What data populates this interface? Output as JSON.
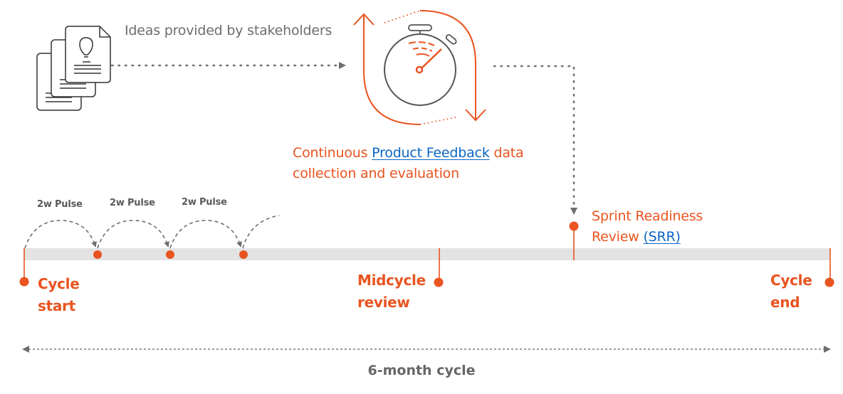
{
  "colors": {
    "accent": "#e95420",
    "link": "#0b66c3",
    "gray_text": "#6d6d6d",
    "timeline_bar": "#e3e3e3",
    "connector": "#6e6e6e"
  },
  "icons": {
    "documents": "documents-lightbulb-icon",
    "stopwatch": "stopwatch-cycle-icon"
  },
  "ideas": {
    "label": "Ideas provided by stakeholders"
  },
  "feedback": {
    "prefix": "Continuous ",
    "link": "Product Feedback",
    "suffix": " data",
    "line2": "collection and evaluation"
  },
  "srr": {
    "line1": "Sprint Readiness",
    "line2_prefix": "Review ",
    "link": "(SRR)"
  },
  "pulses": [
    {
      "label": "2w Pulse"
    },
    {
      "label": "2w Pulse"
    },
    {
      "label": "2w Pulse"
    }
  ],
  "milestones": {
    "start": {
      "line1": "Cycle",
      "line2": "start"
    },
    "mid": {
      "line1": "Midcycle",
      "line2": "review"
    },
    "end": {
      "line1": "Cycle",
      "line2": "end"
    }
  },
  "cycle": {
    "label": "6-month cycle"
  }
}
